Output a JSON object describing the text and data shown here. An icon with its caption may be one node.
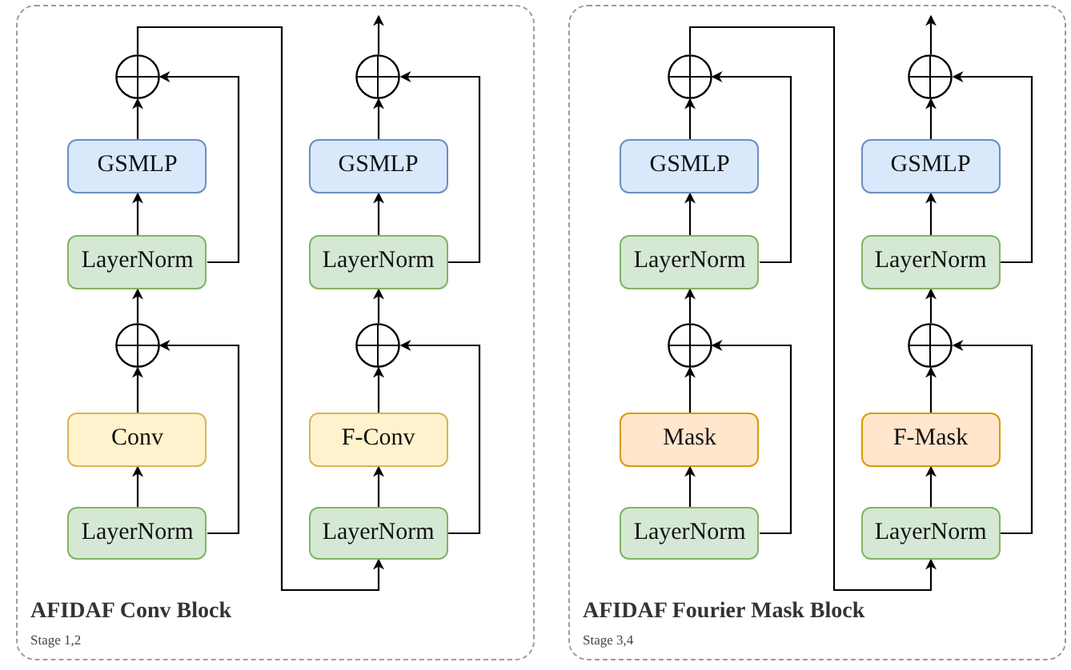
{
  "diagram": {
    "nodes": [
      {
        "text": [
          "AFIDAF Conv Block",
          "Stage 1,2"
        ]
      },
      {
        "text": [],
        "shape": "circle",
        "in": 0
      },
      {
        "text": [
          "GSMLP"
        ],
        "in": 0
      },
      {
        "text": [
          "LayerNorm"
        ],
        "in": 0
      },
      {
        "text": [],
        "shape": "circle",
        "in": 0
      },
      {
        "text": [
          "Conv"
        ],
        "in": 0
      },
      {
        "text": [
          "LayerNorm"
        ],
        "in": 0
      },
      {
        "text": [],
        "shape": "circle",
        "in": 0
      },
      {
        "text": [
          "GSMLP"
        ],
        "in": 0
      },
      {
        "text": [
          "LayerNorm"
        ],
        "in": 0
      },
      {
        "text": [],
        "shape": "circle",
        "in": 0
      },
      {
        "text": [
          "F-Conv"
        ],
        "in": 0
      },
      {
        "text": [
          "LayerNorm"
        ],
        "in": 0
      },
      {
        "text": [
          "AFIDAF Fourier Mask Block",
          "Stage 3,4"
        ]
      },
      {
        "text": [],
        "shape": "circle",
        "in": 13
      },
      {
        "text": [
          "GSMLP"
        ],
        "in": 13
      },
      {
        "text": [
          "LayerNorm"
        ],
        "in": 13
      },
      {
        "text": [],
        "shape": "circle",
        "in": 13
      },
      {
        "text": [
          "Mask"
        ],
        "in": 13
      },
      {
        "text": [
          "LayerNorm"
        ],
        "in": 13
      },
      {
        "text": [],
        "shape": "circle",
        "in": 13
      },
      {
        "text": [
          "GSMLP"
        ],
        "in": 13
      },
      {
        "text": [
          "LayerNorm"
        ],
        "in": 13
      },
      {
        "text": [],
        "shape": "circle",
        "in": 13
      },
      {
        "text": [
          "F-Mask"
        ],
        "in": 13
      },
      {
        "text": [
          "LayerNorm"
        ],
        "in": 13
      }
    ],
    "edges": [
      {
        "from": 6,
        "to": 5,
        "arrow": "to"
      },
      {
        "from": 5,
        "to": 4,
        "arrow": "to"
      },
      {
        "from": 6,
        "to": 4,
        "arrow": "to"
      },
      {
        "from": 4,
        "to": 3,
        "arrow": "to"
      },
      {
        "from": 3,
        "to": 2,
        "arrow": "to"
      },
      {
        "from": 2,
        "to": 1,
        "arrow": "to"
      },
      {
        "from": 3,
        "to": 1,
        "arrow": "to"
      },
      {
        "from": 1,
        "to": 12,
        "arrow": "to"
      },
      {
        "from": 12,
        "to": 11,
        "arrow": "to"
      },
      {
        "from": 11,
        "to": 10,
        "arrow": "to"
      },
      {
        "from": 12,
        "to": 10,
        "arrow": "to"
      },
      {
        "from": 10,
        "to": 9,
        "arrow": "to"
      },
      {
        "from": 9,
        "to": 8,
        "arrow": "to"
      },
      {
        "from": 8,
        "to": 7,
        "arrow": "to"
      },
      {
        "from": 9,
        "to": 7,
        "arrow": "to"
      },
      {
        "from": 7,
        "to": null,
        "arrow": "to"
      },
      {
        "from": 19,
        "to": 18,
        "arrow": "to"
      },
      {
        "from": 18,
        "to": 17,
        "arrow": "to"
      },
      {
        "from": 19,
        "to": 17,
        "arrow": "to"
      },
      {
        "from": 17,
        "to": 16,
        "arrow": "to"
      },
      {
        "from": 16,
        "to": 15,
        "arrow": "to"
      },
      {
        "from": 15,
        "to": 14,
        "arrow": "to"
      },
      {
        "from": 16,
        "to": 14,
        "arrow": "to"
      },
      {
        "from": 14,
        "to": 25,
        "arrow": "to"
      },
      {
        "from": 25,
        "to": 24,
        "arrow": "to"
      },
      {
        "from": 24,
        "to": 23,
        "arrow": "to"
      },
      {
        "from": 25,
        "to": 23,
        "arrow": "to"
      },
      {
        "from": 23,
        "to": 22,
        "arrow": "to"
      },
      {
        "from": 22,
        "to": 21,
        "arrow": "to"
      },
      {
        "from": 21,
        "to": 20,
        "arrow": "to"
      },
      {
        "from": 22,
        "to": 20,
        "arrow": "to"
      },
      {
        "from": 20,
        "to": null,
        "arrow": "to"
      }
    ]
  }
}
